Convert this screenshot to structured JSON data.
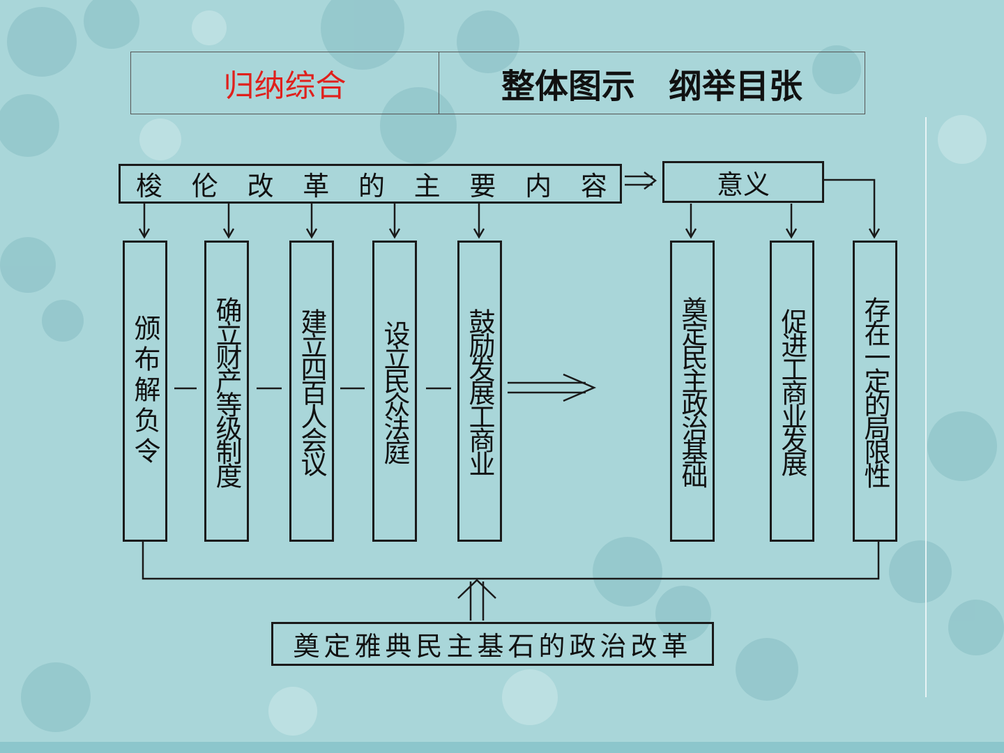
{
  "header": {
    "left_label": "归纳综合",
    "right_label_1": "整体图示",
    "right_label_2": "纲举目张"
  },
  "diagram": {
    "main_chars": [
      "梭",
      "伦",
      "改",
      "革",
      "的",
      "主",
      "要",
      "内",
      "容"
    ],
    "significance": "意义",
    "contents": [
      "颁布解负令",
      "确立财产等级制度",
      "建立四百人会议",
      "设立民众法庭",
      "鼓励发展工商业"
    ],
    "meanings": [
      "奠定民主政治基础",
      "促进工商业发展",
      "存在一定的局限性"
    ],
    "conclusion": "奠定雅典民主基石的政治改革"
  },
  "colors": {
    "background": "#a9d6d9",
    "header_left_text": "#e0201c",
    "line": "#1a1a1a"
  }
}
